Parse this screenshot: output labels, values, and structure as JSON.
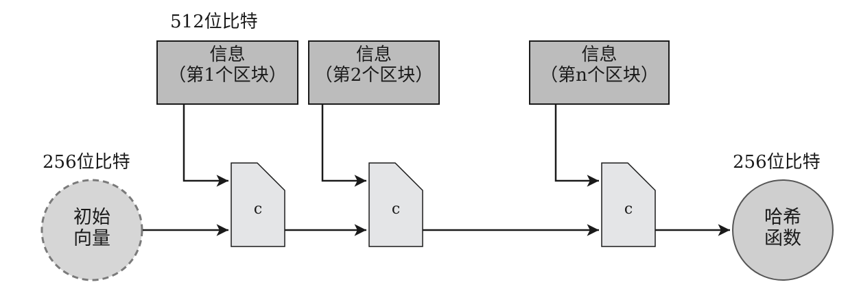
{
  "bit_labels": {
    "block_size": "512位比特",
    "iv_size": "256位比特",
    "hash_size": "256位比特"
  },
  "message_blocks": [
    {
      "title": "信息",
      "subtitle": "（第1个区块）"
    },
    {
      "title": "信息",
      "subtitle": "（第2个区块）"
    },
    {
      "title": "信息",
      "subtitle": "（第n个区块）"
    }
  ],
  "compression_function_label": "c",
  "initial_vector": {
    "line1": "初始",
    "line2": "向量"
  },
  "hash_output": {
    "line1": "哈希",
    "line2": "函数"
  },
  "colors": {
    "block_fill": "#bcbcbc",
    "compress_fill": "#e4e5e7",
    "iv_fill": "#d6d6d6",
    "hash_fill": "#cfcfcf",
    "stroke": "#1a1a1a"
  }
}
